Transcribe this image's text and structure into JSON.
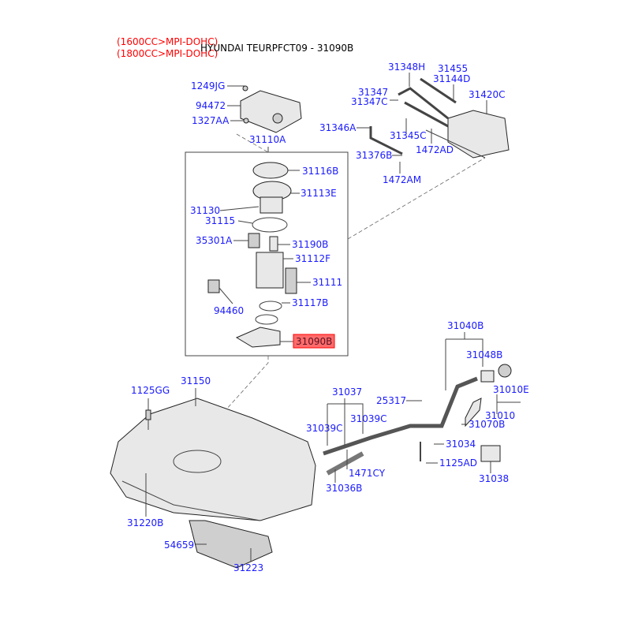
{
  "header": {
    "notes": [
      "(1600CC>MPI-DOHC)",
      "(1800CC>MPI-DOHC)"
    ],
    "title": "HYUNDAI TEURPFCT09 - 31090B"
  },
  "highlight_color": "#ff6b6b",
  "highlighted_part": "31090B",
  "labels": {
    "p1249JG": "1249JG",
    "p94472": "94472",
    "p1327AA": "1327AA",
    "p31110A": "31110A",
    "p31116B": "31116B",
    "p31113E": "31113E",
    "p31130": "31130",
    "p31115": "31115",
    "p35301A": "35301A",
    "p31190B": "31190B",
    "p31112F": "31112F",
    "p31111": "31111",
    "p94460": "94460",
    "p31117B": "31117B",
    "p31090B": "31090B",
    "p31348H": "31348H",
    "p31455": "31455",
    "p31144D": "31144D",
    "p31347": "31347",
    "p31347C": "31347C",
    "p31420C": "31420C",
    "p31346A": "31346A",
    "p31345C": "31345C",
    "p1472AD": "1472AD",
    "p31376B": "31376B",
    "p1472AM": "1472AM",
    "p31040B": "31040B",
    "p31048B": "31048B",
    "p31010E": "31010E",
    "p31010": "31010",
    "p31037": "31037",
    "p25317": "25317",
    "p31039C_a": "31039C",
    "p31039C_b": "31039C",
    "p31070B": "31070B",
    "p31034": "31034",
    "p1125AD": "1125AD",
    "p1471CY": "1471CY",
    "p31036B": "31036B",
    "p31038": "31038",
    "p1125GG": "1125GG",
    "p31150": "31150",
    "p31220B": "31220B",
    "p54659": "54659",
    "p31223": "31223"
  }
}
